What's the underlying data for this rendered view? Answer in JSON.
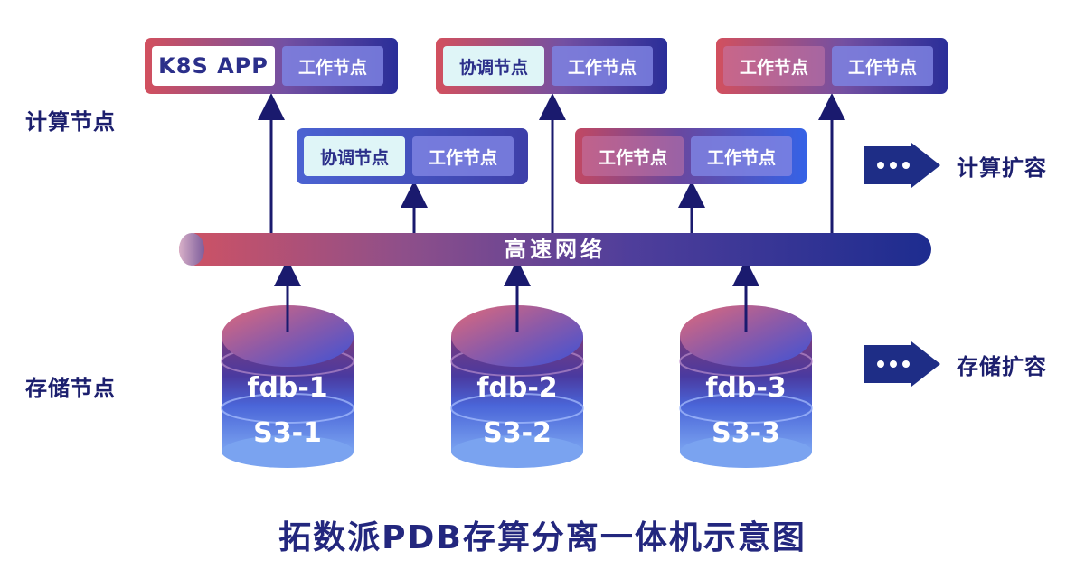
{
  "labels": {
    "compute_nodes": "计算节点",
    "storage_nodes": "存储节点"
  },
  "top_nodes": [
    {
      "left": "K8S APP",
      "right": "工作节点"
    },
    {
      "left": "协调节点",
      "right": "工作节点"
    },
    {
      "left": "工作节点",
      "right": "工作节点"
    }
  ],
  "mid_nodes": [
    {
      "left": "协调节点",
      "right": "工作节点"
    },
    {
      "left": "工作节点",
      "right": "工作节点"
    }
  ],
  "network": {
    "label": "高速网络"
  },
  "storage": [
    {
      "top": "fdb-1",
      "bottom": "S3-1"
    },
    {
      "top": "fdb-2",
      "bottom": "S3-2"
    },
    {
      "top": "fdb-3",
      "bottom": "S3-3"
    }
  ],
  "scaling": {
    "compute": "计算扩容",
    "storage": "存储扩容",
    "more_icon": "ellipsis-arrow-icon"
  },
  "caption": "拓数派PDB存算分离一体机示意图",
  "colors": {
    "navy": "#1c1f6e",
    "arrow": "#1a1a6e",
    "red": "#d0505e",
    "blue": "#2a2e99"
  }
}
